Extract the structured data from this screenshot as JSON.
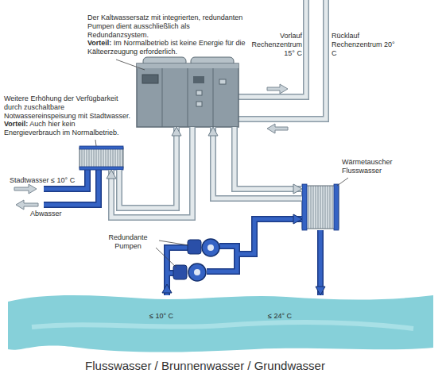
{
  "diagram": {
    "caption": "Flusswasser / Brunnenwasser / Grundwasser",
    "nodes": [
      {
        "text": [
          "Der Kaltwassersatz mit integrierten, redundanten Pumpen dient ausschließlich als Redundanzsystem. Vorteil: Im Normalbetrieb ist keine Energie für die Kälteerzeugung erforderlich."
        ]
      },
      {
        "text": [
          "Weitere Erhöhung der Verfügbarkeit durch zuschaltbare Notwassereinspeisung mit Stadtwasser. Vorteil: Auch hier kein Energieverbrauch im Normalbetrieb."
        ]
      },
      {
        "text": [
          "Wärmetauscher Flusswasser"
        ]
      },
      {
        "text": [
          "Redundante Pumpen"
        ]
      },
      {
        "text": [
          "≤ 10° C",
          "≤ 24° C"
        ]
      }
    ],
    "edges": [
      {
        "from": 1,
        "to": 0,
        "arrow": "to"
      },
      {
        "from": 0,
        "to": 1,
        "arrow": "to"
      },
      {
        "from": 2,
        "to": 0,
        "arrow": "to"
      },
      {
        "from": 0,
        "to": 2,
        "arrow": "to"
      },
      {
        "from": 4,
        "to": 3,
        "arrow": "to"
      },
      {
        "from": 3,
        "to": 2,
        "arrow": "to"
      },
      {
        "from": 2,
        "to": 4,
        "arrow": "to"
      }
    ],
    "labels": [
      "Vorlauf Rechenzentrum 15° C",
      "Rücklauf Rechenzentrum 20° C",
      "Stadtwasser ≤ 10° C",
      "Abwasser"
    ]
  }
}
